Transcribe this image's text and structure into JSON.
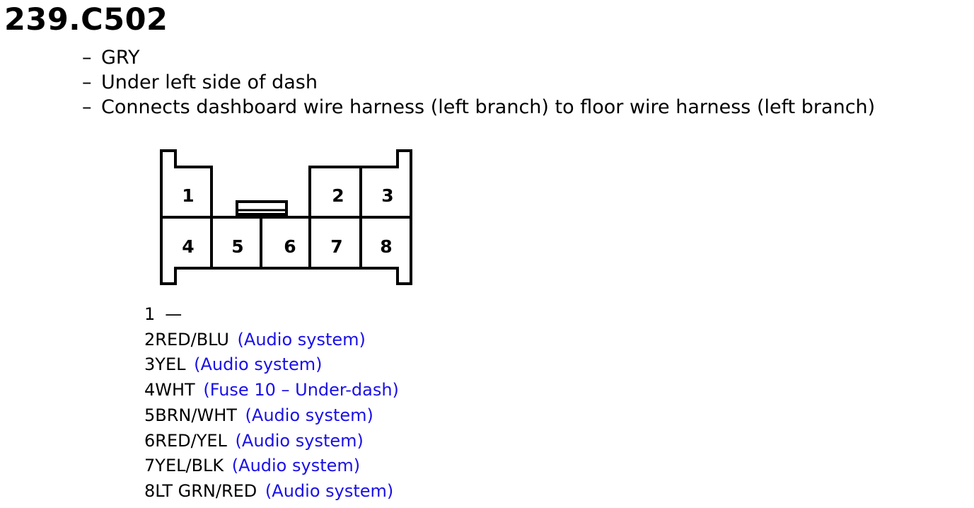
{
  "title": "239.C502",
  "info": {
    "color": "GRY",
    "location": "Under left side of dash",
    "connects": "Connects dashboard wire harness (left branch) to floor wire harness (left branch)",
    "dash": "–"
  },
  "connector": {
    "cavities": [
      "1",
      "2",
      "3",
      "4",
      "5",
      "6",
      "7",
      "8"
    ]
  },
  "pins": [
    {
      "num": "1",
      "wire": "",
      "desc": "",
      "empty": "—"
    },
    {
      "num": "2",
      "wire": "RED/BLU",
      "desc": "(Audio system)"
    },
    {
      "num": "3",
      "wire": "YEL",
      "desc": "(Audio system)"
    },
    {
      "num": "4",
      "wire": "WHT",
      "desc": "(Fuse 10 – Under-dash)"
    },
    {
      "num": "5",
      "wire": "BRN/WHT",
      "desc": "(Audio system)"
    },
    {
      "num": "6",
      "wire": "RED/YEL",
      "desc": "(Audio system)"
    },
    {
      "num": "7",
      "wire": "YEL/BLK",
      "desc": "(Audio system)"
    },
    {
      "num": "8",
      "wire": "LT GRN/RED",
      "desc": "(Audio system)"
    }
  ],
  "colors": {
    "link": "#1a10e6",
    "text": "#000000"
  }
}
